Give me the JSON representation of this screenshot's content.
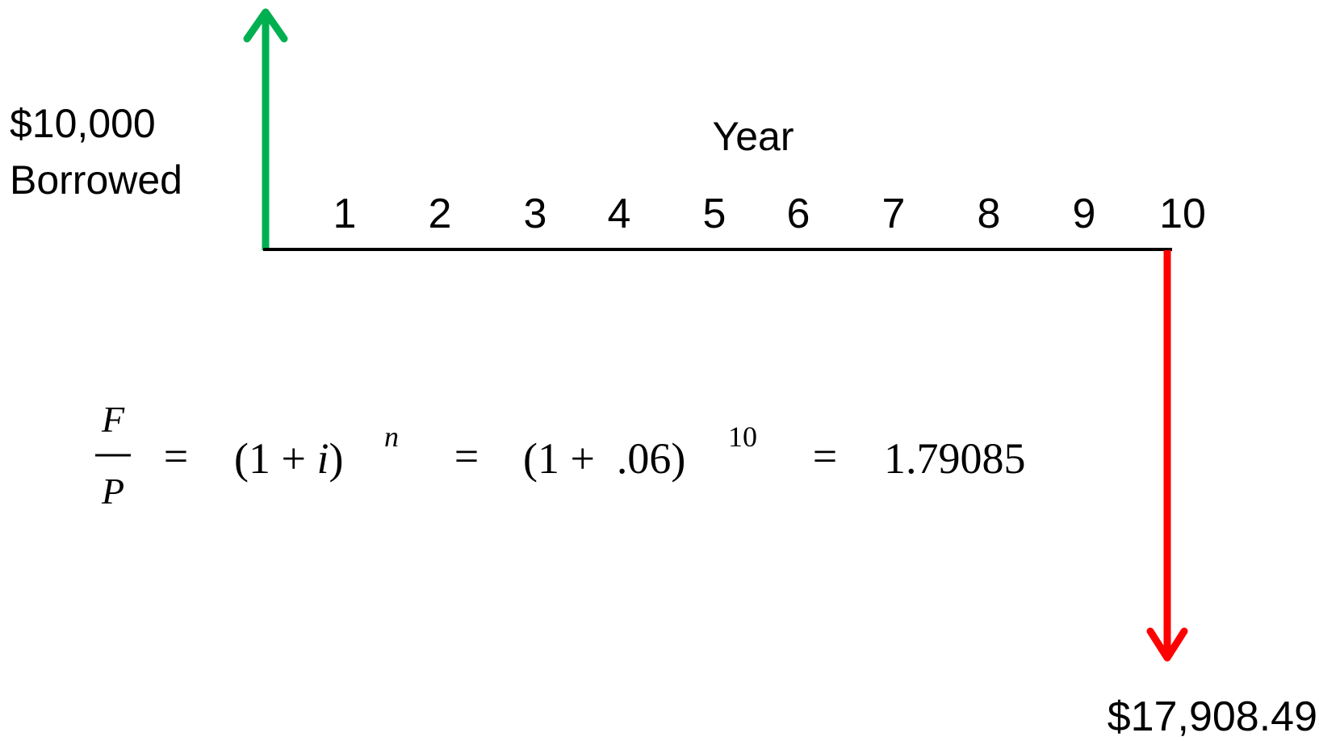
{
  "borrowed": {
    "amount": "$10,000",
    "label": "Borrowed",
    "color": "#00b050"
  },
  "axis": {
    "label": "Year",
    "ticks": [
      "1",
      "2",
      "3",
      "4",
      "5",
      "6",
      "7",
      "8",
      "9",
      "10"
    ]
  },
  "repayment": {
    "amount": "$17,908.49",
    "color": "#ff0000"
  },
  "formula": {
    "numerator": "F",
    "denominator": "P",
    "equals": "=",
    "open1": "(1 + ",
    "i": "i",
    "close1": ")",
    "exp1": "n",
    "open2": "(1 +  .06)",
    "exp2": "10",
    "result": "1.79085"
  }
}
